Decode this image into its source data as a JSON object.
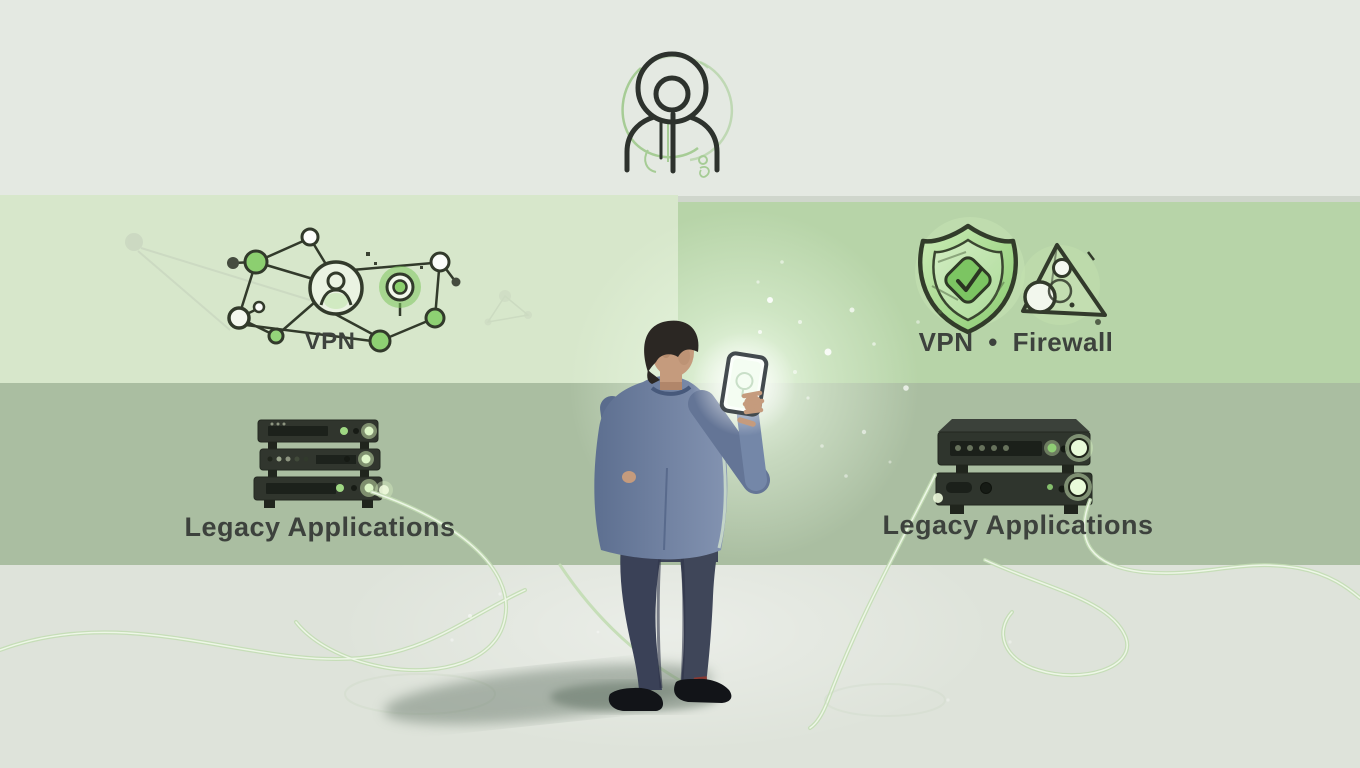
{
  "labels": {
    "vpn_left": "VPN",
    "vpn_firewall_right": "VPN • Firewall",
    "legacy_left": "Legacy Applications",
    "legacy_right": "Legacy Applications"
  },
  "icons": {
    "top_center": "identity-person-icon",
    "left_panel": "vpn-network-diagram-icon",
    "right_panel": [
      "shield-check-icon",
      "firewall-prism-user-icon"
    ],
    "left_lower": "server-stack-3-icon",
    "right_lower": "server-stack-2-icon",
    "center": "man-holding-glowing-phone-figure"
  },
  "colors": {
    "band_top": "#e4e9e2",
    "band_green_left": "#d7e7cb",
    "band_green_right": "#b7d4a8",
    "band_mid": "#aabea1",
    "floor": "#dee3da",
    "text": "#3d423d",
    "accent_green": "#8ed173",
    "dark_outline": "#2d322d",
    "suit_blue": "#6a7c9c",
    "phone_glow": "#f2fff0",
    "cable_green": "#c3ddb4"
  }
}
